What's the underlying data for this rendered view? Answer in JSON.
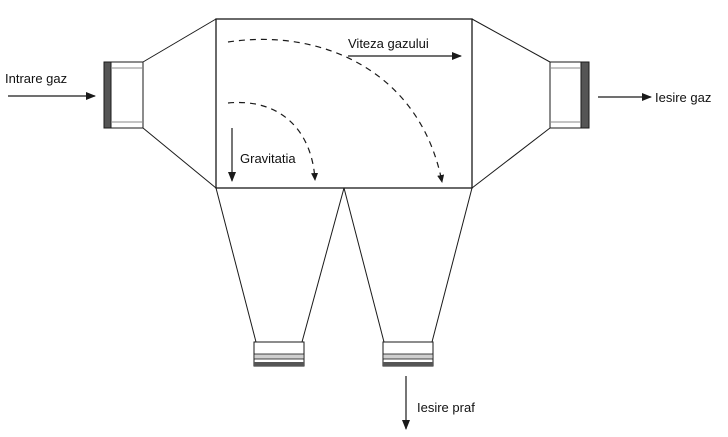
{
  "labels": {
    "gas_inlet": "Intrare gaz",
    "gas_outlet": "Iesire gaz",
    "gas_velocity": "Viteza gazului",
    "gravity": "Gravitatia",
    "dust_outlet": "Iesire praf"
  },
  "colors": {
    "line": "#1a1a1a",
    "flange_dark": "#555555",
    "flange_light": "#cfcfcf"
  }
}
